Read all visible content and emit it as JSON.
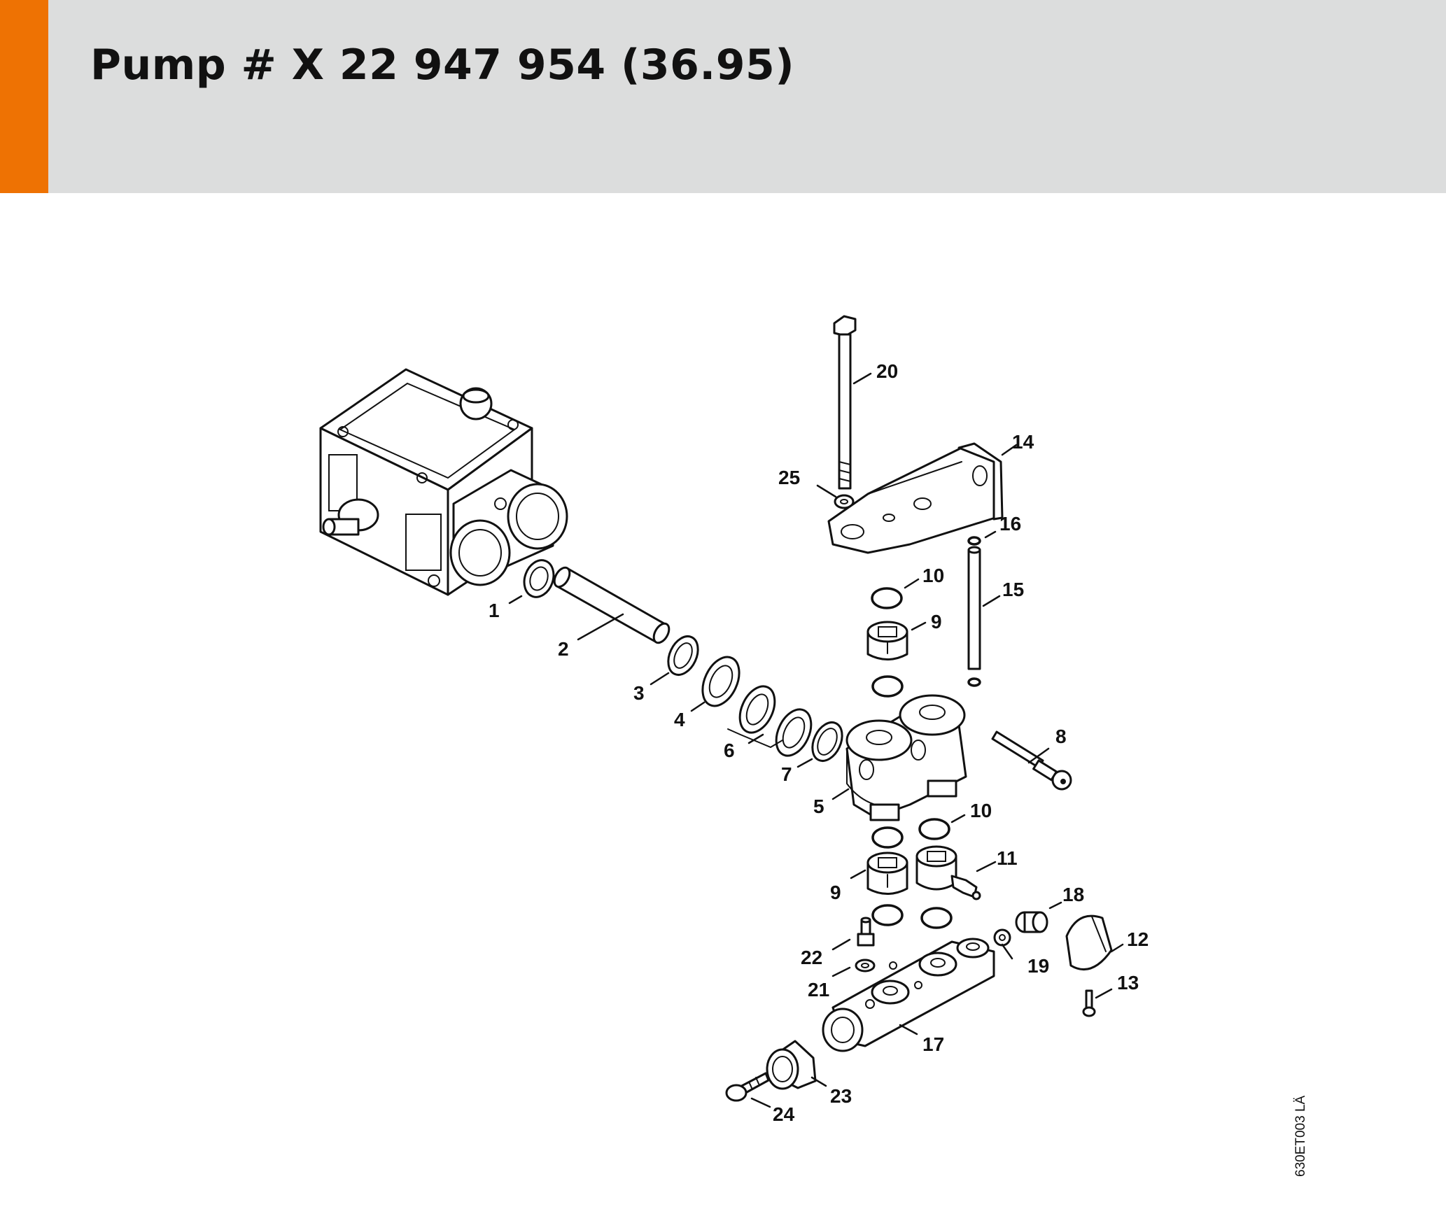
{
  "header": {
    "title": "Pump # X 22 947 954 (36.95)",
    "accent_color": "#ee7203",
    "background_color": "#dcdddd"
  },
  "diagram": {
    "callouts": [
      "1",
      "2",
      "3",
      "4",
      "5",
      "6",
      "7",
      "8",
      "9",
      "9",
      "10",
      "10",
      "11",
      "12",
      "13",
      "14",
      "15",
      "16",
      "17",
      "18",
      "19",
      "20",
      "21",
      "22",
      "23",
      "24",
      "25"
    ],
    "drawing_code": "630ET003 LÄ"
  }
}
